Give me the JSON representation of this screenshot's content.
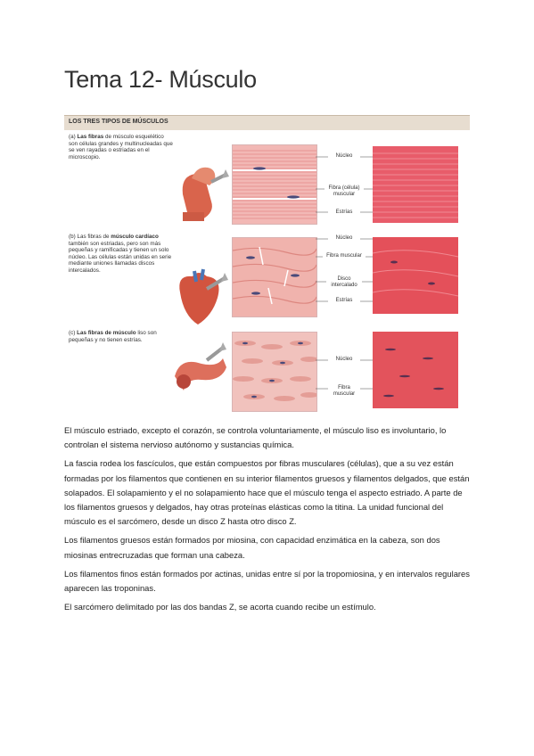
{
  "title": "Tema 12- Músculo",
  "figure": {
    "header": "LOS TRES TIPOS DE MÚSCULOS",
    "panels": [
      {
        "prefix": "(a) ",
        "bold": "Las fibras",
        "text": " de músculo esquelético son células grandes y multinucleadas que se ven rayadas o estriadas en el microscopio.",
        "labels": [
          "Núcleo",
          "Fibra (célula) muscular",
          "Estrías"
        ]
      },
      {
        "prefix": "(b) Las fibras de ",
        "bold": "músculo cardíaco",
        "text": " también son estriadas, pero son más pequeñas y ramificadas y tienen un solo núcleo. Las células están unidas en serie mediante uniones llamadas discos intercalados.",
        "labels": [
          "Núcleo",
          "Fibra muscular",
          "Disco intercalado",
          "Estrías"
        ]
      },
      {
        "prefix": "(c) ",
        "bold": "Las fibras de músculo",
        "text": " liso son pequeñas y no tienen estrías.",
        "labels": [
          "Núcleo",
          "Fibra muscular"
        ]
      }
    ]
  },
  "paragraphs": [
    "El músculo estriado, excepto el corazón, se controla voluntariamente, el músculo liso es involuntario, lo controlan el sistema nervioso autónomo y sustancias química.",
    "La fascia rodea los fascículos, que están compuestos por fibras musculares (células), que a su vez están formadas por los filamentos que contienen en su interior filamentos gruesos y filamentos delgados, que están solapados. El solapamiento y el no solapamiento hace que el músculo tenga el aspecto estriado. A parte de los filamentos gruesos y delgados, hay otras proteínas elásticas como la titina. La unidad funcional del músculo es el sarcómero, desde un disco Z hasta otro disco Z.",
    "Los filamentos gruesos están formados por miosina, con capacidad enzimática en la cabeza, son dos miosinas entrecruzadas que forman una cabeza.",
    "Los filamentos finos están formados por actinas, unidas entre sí por la tropomiosina, y en intervalos regulares aparecen las troponinas.",
    "El sarcómero delimitado por las dos bandas Z, se acorta cuando recibe un estímulo."
  ]
}
